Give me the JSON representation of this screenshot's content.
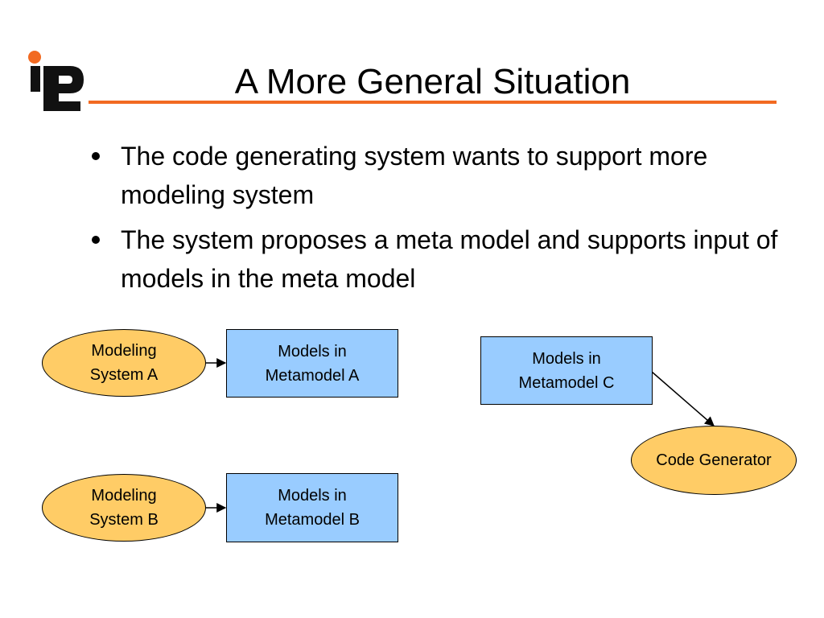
{
  "slide": {
    "title": "A More General Situation",
    "logo_alt": "iLP"
  },
  "bullets": [
    {
      "text": "The code generating system wants to support more modeling system"
    },
    {
      "text": "The system proposes a meta model and supports input of models in the meta model"
    }
  ],
  "diagram": {
    "nodes": {
      "modeling_system_a": "Modeling\nSystem A",
      "models_metamodel_a": "Models in\nMetamodel A",
      "modeling_system_b": "Modeling\nSystem B",
      "models_metamodel_b": "Models in\nMetamodel B",
      "models_metamodel_c": "Models in\nMetamodel C",
      "code_generator": "Code Generator"
    },
    "edges": [
      {
        "from": "modeling_system_a",
        "to": "models_metamodel_a"
      },
      {
        "from": "modeling_system_b",
        "to": "models_metamodel_b"
      },
      {
        "from": "models_metamodel_c",
        "to": "code_generator"
      }
    ]
  },
  "colors": {
    "accent_orange": "#F26A21",
    "logo_black": "#111111",
    "oval_fill": "#FFCC66",
    "box_fill": "#99CCFF",
    "line": "#000000",
    "text": "#000000"
  }
}
